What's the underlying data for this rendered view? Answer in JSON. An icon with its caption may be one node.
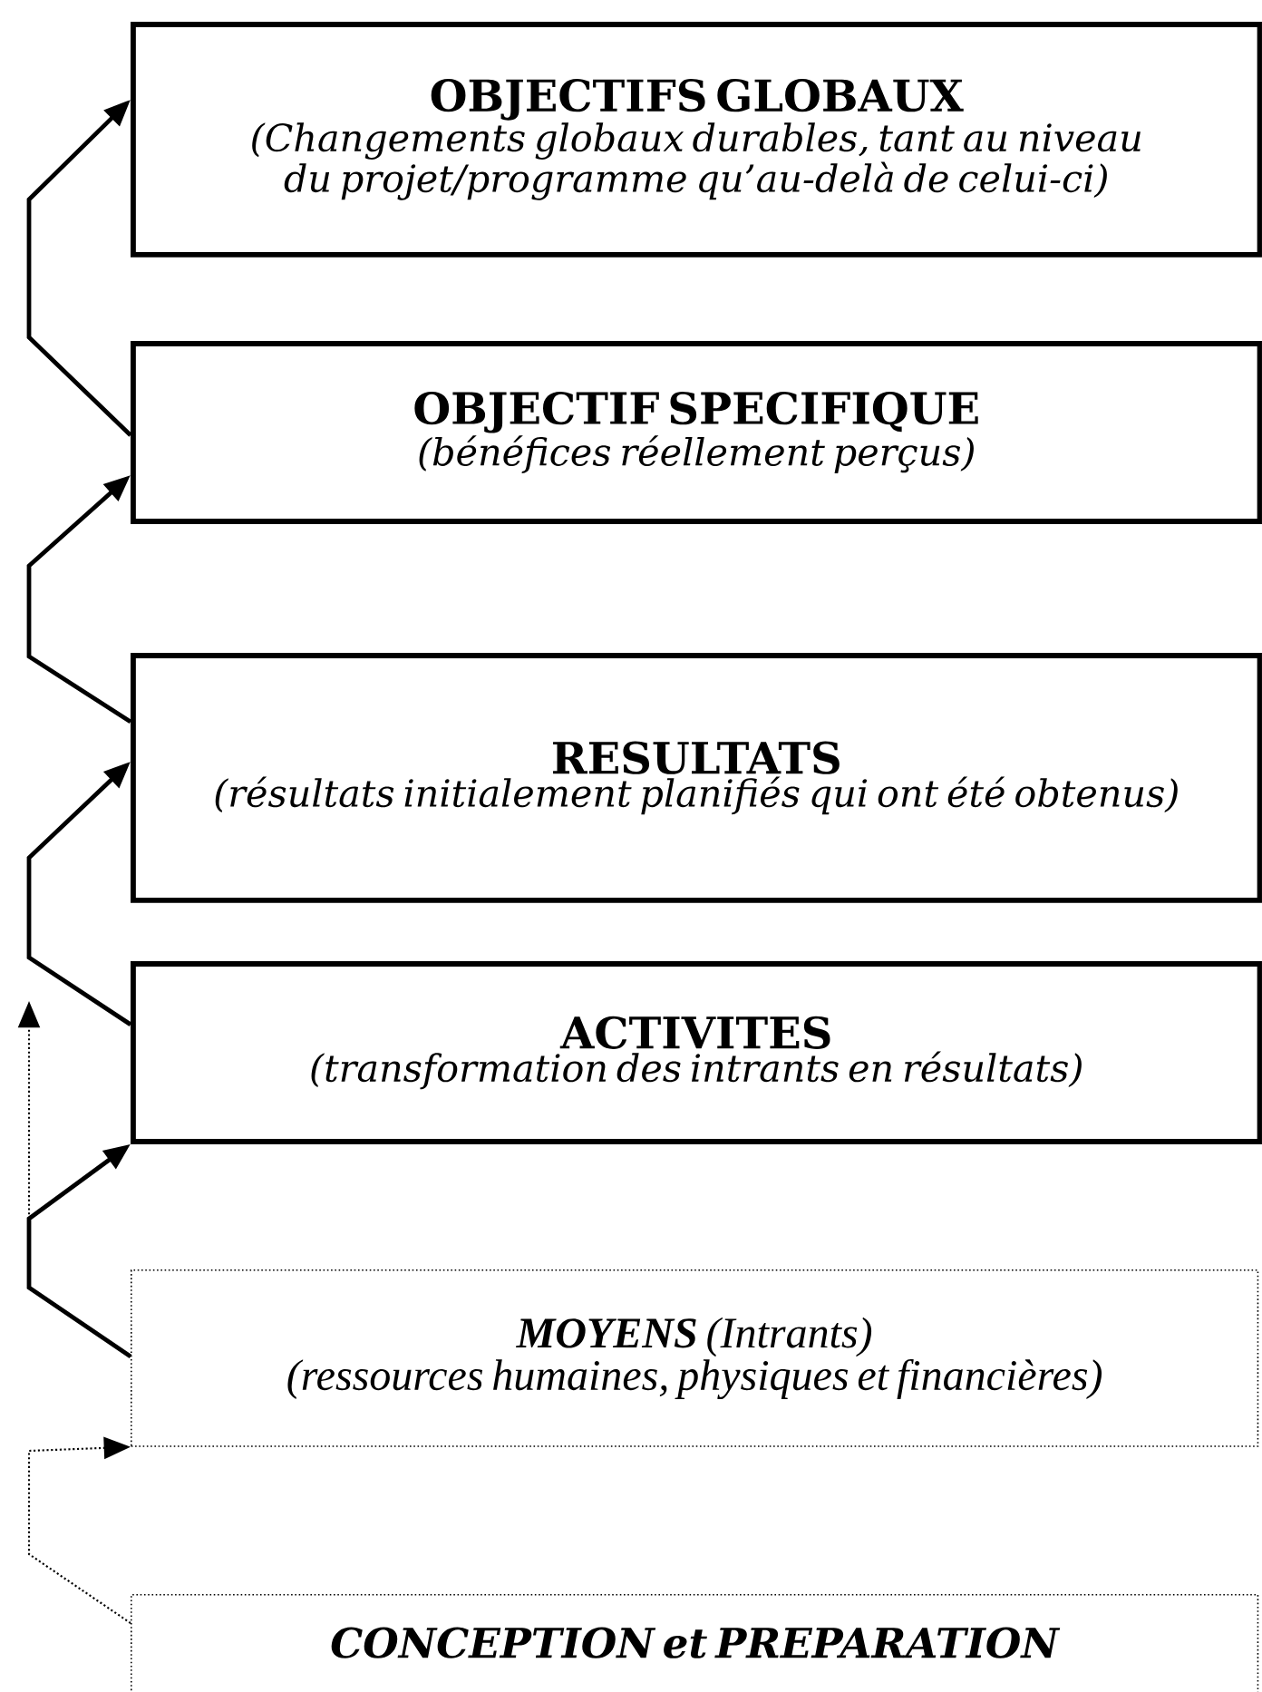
{
  "diagram": {
    "nodes": [
      {
        "text": [
          "OBJECTIFS GLOBAUX",
          "(Changements globaux durables, tant au niveau du projet/programme qu’au-delà de celui-ci)"
        ]
      },
      {
        "text": [
          "OBJECTIF SPECIFIQUE",
          "(bénéfices réellement perçus)"
        ]
      },
      {
        "text": [
          "RESULTATS",
          "(résultats initialement planifiés qui ont été obtenus)"
        ]
      },
      {
        "text": [
          "ACTIVITES",
          "(transformation des intrants en résultats)"
        ]
      },
      {
        "text": [
          "**MOYENS** (Intrants)",
          "(ressources humaines, physiques et financières)"
        ]
      },
      {
        "text": [
          "CONCEPTION et PREPARATION"
        ]
      }
    ],
    "edges": [
      {
        "from": 1,
        "to": 0,
        "arrow": "to"
      },
      {
        "from": 2,
        "to": 1,
        "arrow": "to"
      },
      {
        "from": 3,
        "to": 2,
        "arrow": "to"
      },
      {
        "from": 4,
        "to": 3,
        "arrow": "to"
      },
      {
        "from": 4,
        "to": null,
        "arrow": "to",
        "style": "dashed"
      },
      {
        "from": 5,
        "to": 4,
        "arrow": "to",
        "style": "dashed"
      }
    ]
  }
}
